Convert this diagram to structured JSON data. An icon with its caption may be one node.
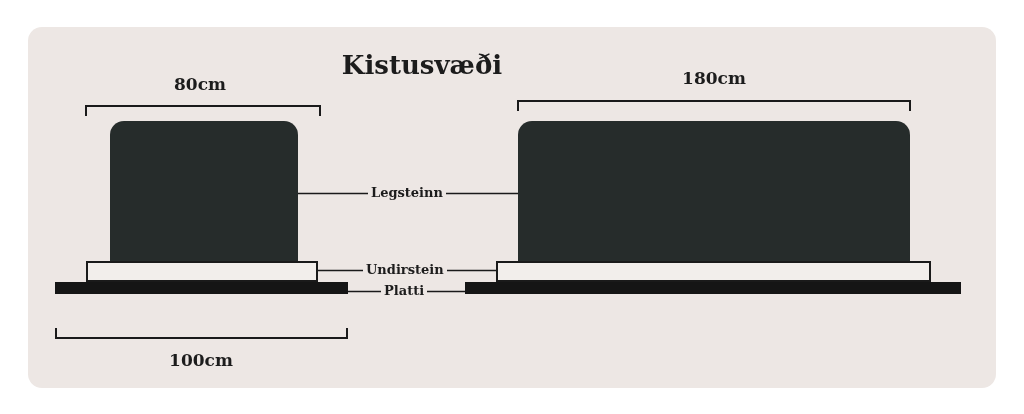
{
  "diagram": {
    "title": "Kistusvæði",
    "nodes": [
      {
        "text": [
          "Legsteinn"
        ]
      },
      {
        "text": [
          "Undirstein"
        ]
      },
      {
        "text": [
          "Platti"
        ]
      },
      {
        "text": [],
        "shape": "box"
      },
      {
        "text": [],
        "shape": "box"
      },
      {
        "text": [],
        "shape": "box"
      },
      {
        "text": [],
        "shape": "box"
      },
      {
        "text": [],
        "shape": "bar"
      },
      {
        "text": [],
        "shape": "bar"
      }
    ],
    "edges": [
      {
        "from": 0,
        "to": 3,
        "arrow": "none"
      },
      {
        "from": 0,
        "to": 4,
        "arrow": "none"
      },
      {
        "from": 1,
        "to": 5,
        "arrow": "none"
      },
      {
        "from": 1,
        "to": 6,
        "arrow": "none"
      },
      {
        "from": 2,
        "to": 7,
        "arrow": "none"
      },
      {
        "from": 2,
        "to": 8,
        "arrow": "none"
      }
    ],
    "labels": [
      "80cm",
      "180cm",
      "100cm"
    ]
  }
}
